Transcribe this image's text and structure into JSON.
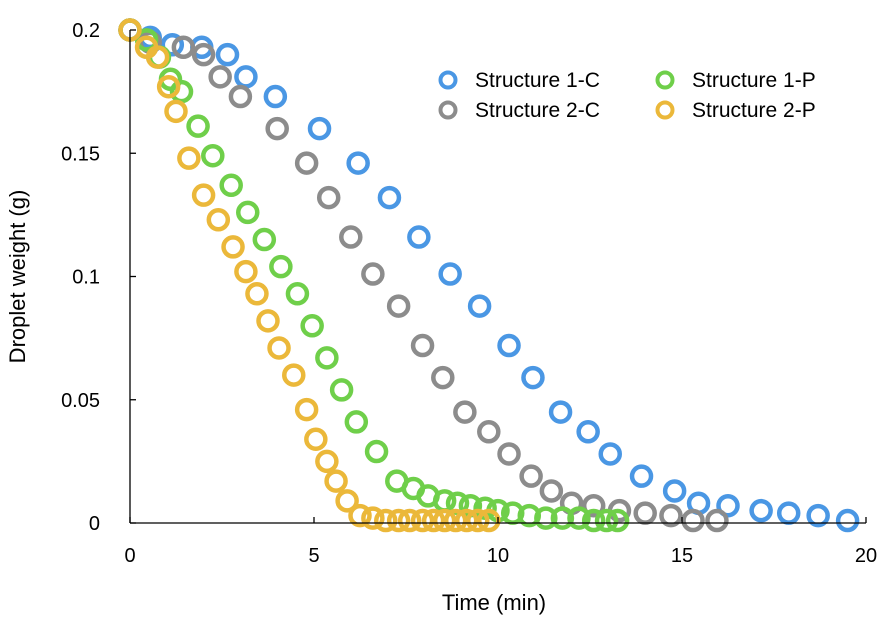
{
  "chart_data": {
    "type": "scatter",
    "title": "",
    "xlabel": "Time (min)",
    "ylabel": "Droplet weight (g)",
    "xlim": [
      0,
      20
    ],
    "ylim": [
      0,
      0.2
    ],
    "x_ticks": [
      0,
      5,
      10,
      15,
      20
    ],
    "y_ticks": [
      0,
      0.05,
      0.1,
      0.15,
      0.2
    ],
    "x_tick_labels": [
      "0",
      "5",
      "10",
      "15",
      "20"
    ],
    "y_tick_labels": [
      "0",
      "0.05",
      "0.1",
      "0.15",
      "0.2"
    ],
    "grid": false,
    "legend_position": "top-right",
    "marker": "open-circle",
    "series": [
      {
        "name": "Structure 1-C",
        "color": "#4a97e4",
        "x": [
          0,
          0.55,
          1.15,
          1.95,
          2.65,
          3.15,
          3.95,
          5.15,
          6.2,
          7.05,
          7.85,
          8.7,
          9.5,
          10.3,
          10.95,
          11.7,
          12.45,
          13.05,
          13.9,
          14.8,
          15.45,
          16.25,
          17.15,
          17.9,
          18.7,
          19.5
        ],
        "y": [
          0.2,
          0.197,
          0.194,
          0.193,
          0.19,
          0.181,
          0.173,
          0.16,
          0.146,
          0.132,
          0.116,
          0.101,
          0.088,
          0.072,
          0.059,
          0.045,
          0.037,
          0.028,
          0.019,
          0.013,
          0.008,
          0.007,
          0.005,
          0.004,
          0.003,
          0.001
        ]
      },
      {
        "name": "Structure 2-C",
        "color": "#8c8c8c",
        "x": [
          0,
          0.55,
          1.45,
          2.0,
          2.45,
          3.0,
          4.0,
          4.8,
          5.4,
          6.0,
          6.6,
          7.3,
          7.95,
          8.5,
          9.1,
          9.75,
          10.3,
          10.9,
          11.45,
          12.0,
          12.6,
          13.3,
          14.0,
          14.7,
          15.3,
          15.95
        ],
        "y": [
          0.2,
          0.195,
          0.193,
          0.19,
          0.181,
          0.173,
          0.16,
          0.146,
          0.132,
          0.116,
          0.101,
          0.088,
          0.072,
          0.059,
          0.045,
          0.037,
          0.028,
          0.019,
          0.013,
          0.008,
          0.007,
          0.005,
          0.004,
          0.003,
          0.001,
          0.001
        ]
      },
      {
        "name": "Structure 1-P",
        "color": "#6fcf4a",
        "x": [
          0,
          0.45,
          0.8,
          1.1,
          1.4,
          1.85,
          2.25,
          2.75,
          3.2,
          3.65,
          4.1,
          4.55,
          4.95,
          5.35,
          5.75,
          6.15,
          6.7,
          7.25,
          7.7,
          8.1,
          8.55,
          8.9,
          9.25,
          9.65,
          10.0,
          10.4,
          10.85,
          11.3,
          11.75,
          12.2,
          12.6,
          12.95,
          13.25
        ],
        "y": [
          0.2,
          0.196,
          0.189,
          0.18,
          0.175,
          0.161,
          0.149,
          0.137,
          0.126,
          0.115,
          0.104,
          0.093,
          0.08,
          0.067,
          0.054,
          0.041,
          0.029,
          0.017,
          0.014,
          0.011,
          0.009,
          0.008,
          0.007,
          0.006,
          0.005,
          0.004,
          0.003,
          0.002,
          0.002,
          0.002,
          0.001,
          0.001,
          0.001
        ]
      },
      {
        "name": "Structure 2-P",
        "color": "#ebb83a",
        "x": [
          0,
          0.45,
          0.75,
          1.05,
          1.25,
          1.6,
          2.0,
          2.4,
          2.8,
          3.15,
          3.45,
          3.75,
          4.05,
          4.45,
          4.8,
          5.05,
          5.35,
          5.6,
          5.9,
          6.25,
          6.6,
          6.95,
          7.3,
          7.6,
          7.95,
          8.25,
          8.55,
          8.85,
          9.15,
          9.45,
          9.75
        ],
        "y": [
          0.2,
          0.193,
          0.189,
          0.177,
          0.167,
          0.148,
          0.133,
          0.123,
          0.112,
          0.102,
          0.093,
          0.082,
          0.071,
          0.06,
          0.046,
          0.034,
          0.025,
          0.017,
          0.009,
          0.003,
          0.002,
          0.001,
          0.001,
          0.001,
          0.001,
          0.001,
          0.001,
          0.001,
          0.001,
          0.001,
          0.001
        ]
      }
    ]
  }
}
